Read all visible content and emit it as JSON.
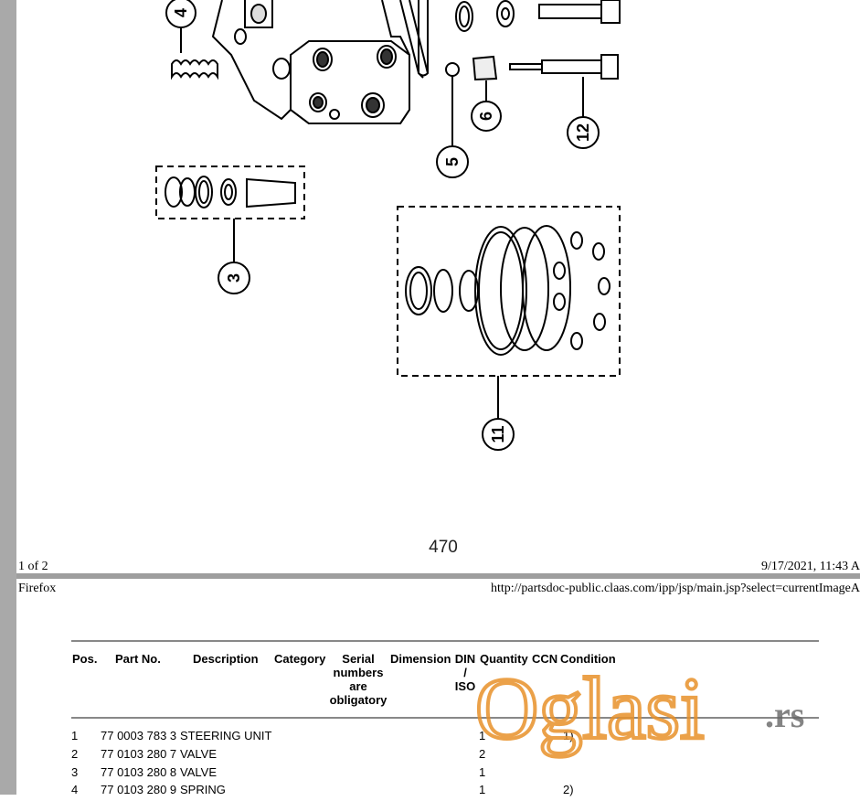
{
  "page": {
    "drawing_page_number": "470",
    "page_count": "1 of 2",
    "print_datetime": "9/17/2021, 11:43 A",
    "browser": "Firefox",
    "url": "http://partsdoc-public.claas.com/ipp/jsp/main.jsp?select=currentImageA"
  },
  "callouts": [
    "4",
    "5",
    "6",
    "12",
    "3",
    "11"
  ],
  "table": {
    "headers": {
      "pos": "Pos.",
      "part_no": "Part No.",
      "description": "Description",
      "category": "Category",
      "serial_1": "Serial",
      "serial_2": "numbers",
      "serial_3": "are",
      "serial_4": "obligatory",
      "dimension": "Dimension",
      "din_1": "DIN",
      "din_2": "/",
      "din_3": "ISO",
      "quantity": "Quantity",
      "ccn": "CCN",
      "condition": "Condition"
    },
    "rows": [
      {
        "pos": "1",
        "part_no": "77 0003 783 3",
        "description": "STEERING UNIT",
        "quantity": "1",
        "condition": "1)"
      },
      {
        "pos": "2",
        "part_no": "77 0103 280 7",
        "description": "VALVE",
        "quantity": "2",
        "condition": ""
      },
      {
        "pos": "3",
        "part_no": "77 0103 280 8",
        "description": "VALVE",
        "quantity": "1",
        "condition": ""
      },
      {
        "pos": "4",
        "part_no": "77 0103 280 9",
        "description": "SPRING",
        "quantity": "1",
        "condition": "2)"
      }
    ]
  },
  "watermark": {
    "brand": "Oglasi",
    "suffix": ".rs",
    "color": "#e8912a"
  }
}
